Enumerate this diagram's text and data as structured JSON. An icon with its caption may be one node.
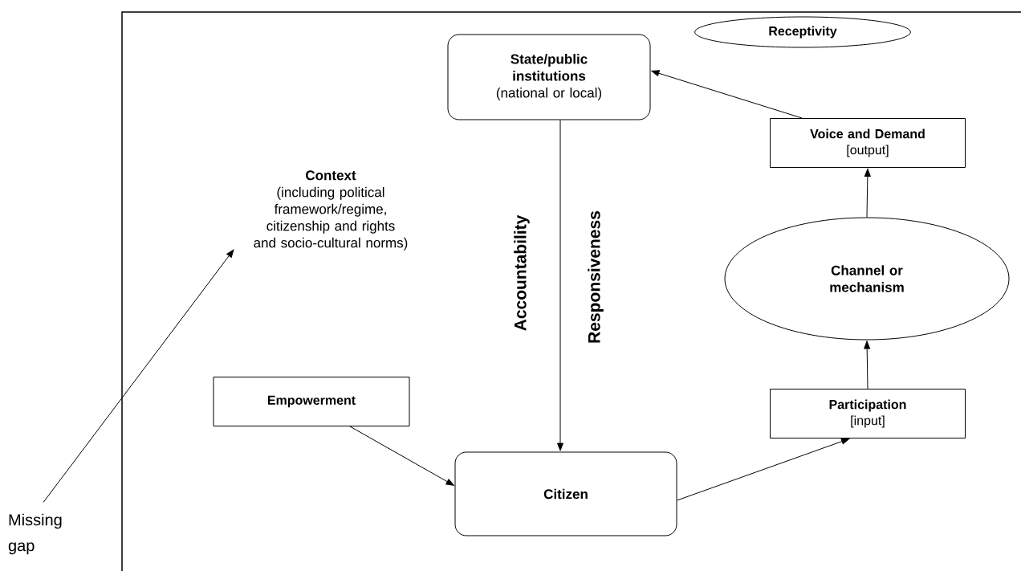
{
  "diagram": {
    "nodes": [
      {
        "text": [
          "State/public institutions",
          "(national or local)"
        ]
      },
      {
        "text": [
          "Receptivity"
        ]
      },
      {
        "text": [
          "Voice and Demand",
          "[output]"
        ]
      },
      {
        "text": [
          "Context",
          "(including political framework/regime, citizenship and rights and socio-cultural norms)"
        ]
      },
      {
        "text": [
          "Channel or mechanism"
        ]
      },
      {
        "text": [
          "Empowerment"
        ]
      },
      {
        "text": [
          "Participation",
          "[input]"
        ]
      },
      {
        "text": [
          "Citizen"
        ]
      },
      {
        "text": [
          "Missing gap"
        ]
      }
    ],
    "edges": [
      {
        "from": 2,
        "to": 0,
        "arrow": "to"
      },
      {
        "from": 0,
        "to": 7,
        "arrow": "to"
      },
      {
        "from": 4,
        "to": 2,
        "arrow": "to"
      },
      {
        "from": 6,
        "to": 4,
        "arrow": "to"
      },
      {
        "from": 7,
        "to": 6,
        "arrow": "to"
      },
      {
        "from": 5,
        "to": 7,
        "arrow": "to"
      },
      {
        "from": 8,
        "to": 3,
        "arrow": "to"
      }
    ],
    "labels": [
      "Accountability",
      "Responsiveness"
    ]
  }
}
